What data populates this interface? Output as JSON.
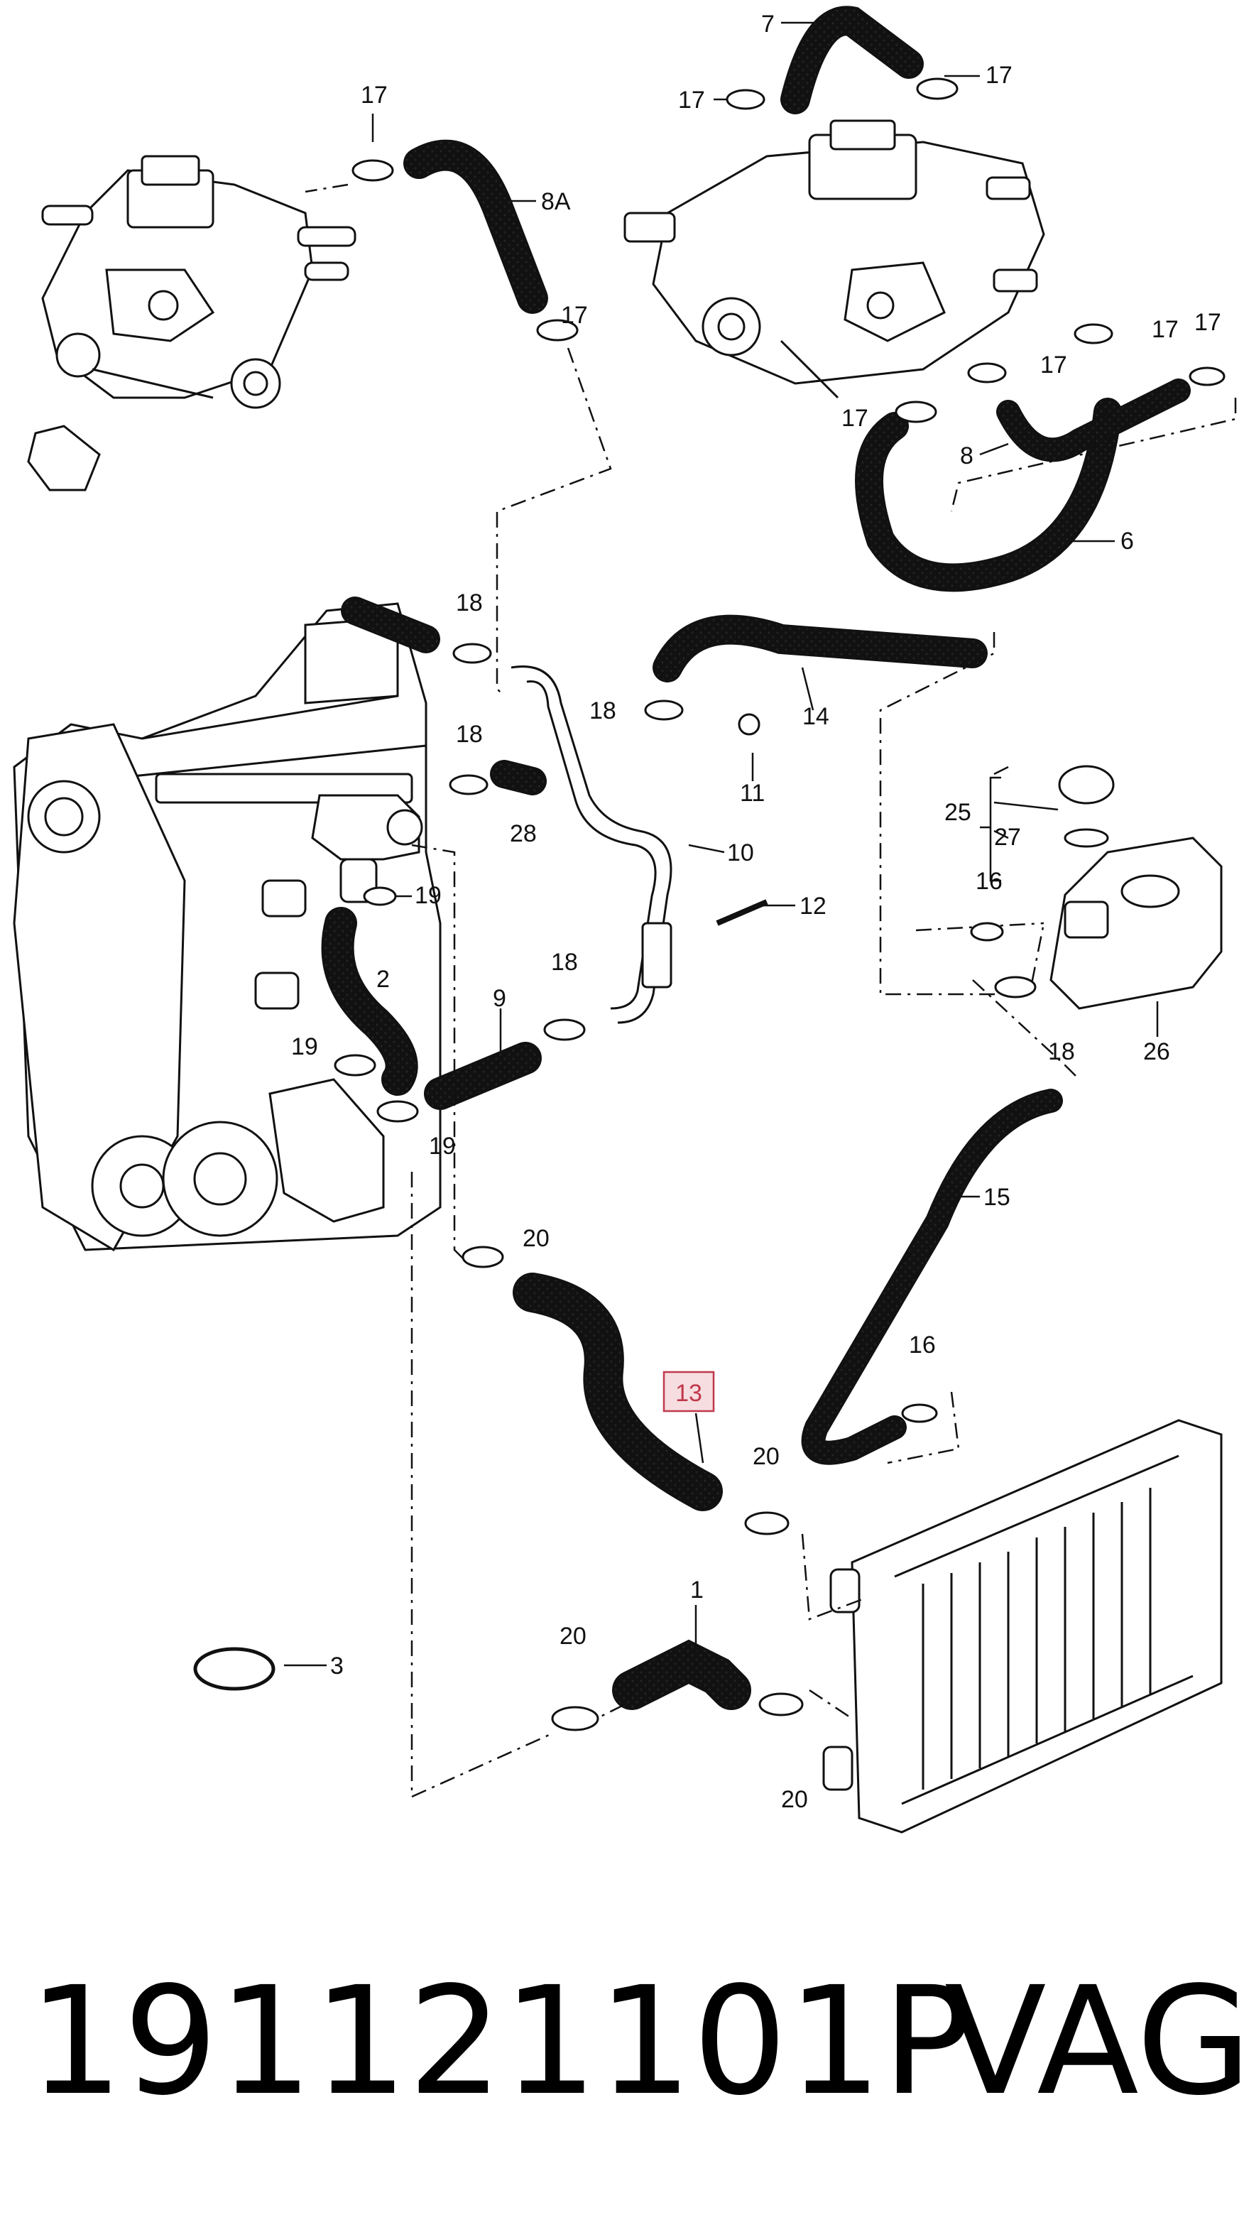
{
  "callouts": {
    "c1": "1",
    "c2": "2",
    "c3": "3",
    "c6": "6",
    "c7": "7",
    "c8": "8",
    "c8a": "8A",
    "c9": "9",
    "c10": "10",
    "c11": "11",
    "c12": "12",
    "c13": "13",
    "c14": "14",
    "c15": "15",
    "c16a": "16",
    "c16b": "16",
    "c17a": "17",
    "c17b": "17",
    "c17c": "17",
    "c17d": "17",
    "c17e": "17",
    "c17f": "17",
    "c17g": "17",
    "c17h": "17",
    "c18a": "18",
    "c18b": "18",
    "c18c": "18",
    "c18d": "18",
    "c18e": "18",
    "c19a": "19",
    "c19b": "19",
    "c19c": "19",
    "c20a": "20",
    "c20b": "20",
    "c20c": "20",
    "c20d": "20",
    "c25": "25",
    "c26": "26",
    "c27": "27",
    "c28": "28"
  },
  "highlight": {
    "label": "13",
    "color": "#c0394c"
  },
  "caption": {
    "part_number": "191121101P",
    "brand": "VAG"
  }
}
